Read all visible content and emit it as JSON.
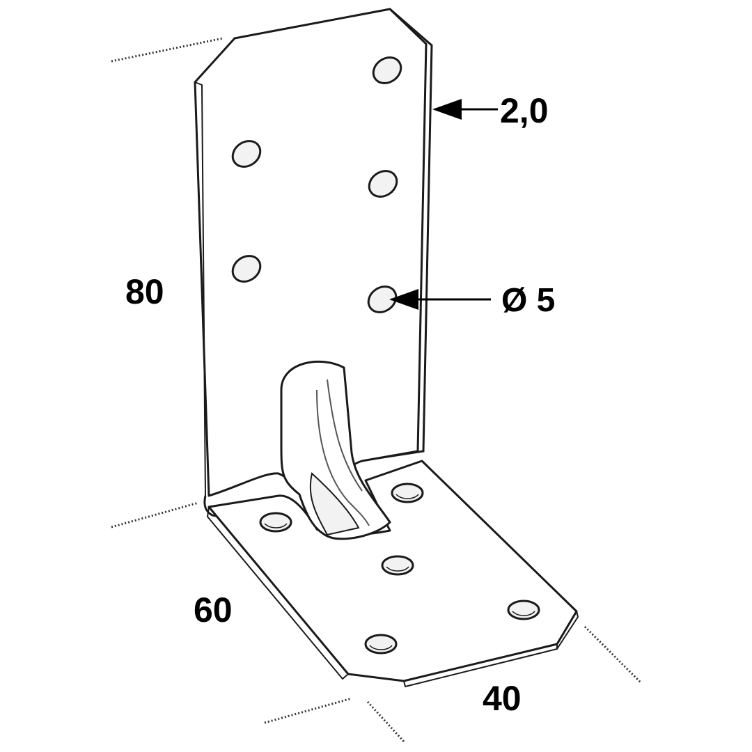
{
  "diagram": {
    "labels": {
      "height": "80",
      "depth": "60",
      "width": "40",
      "thickness": "2,0",
      "hole_diameter": "Ø 5"
    },
    "colors": {
      "line": "#1a1a1a",
      "fill": "#ffffff",
      "hole_fill": "#f2f2f2"
    }
  }
}
